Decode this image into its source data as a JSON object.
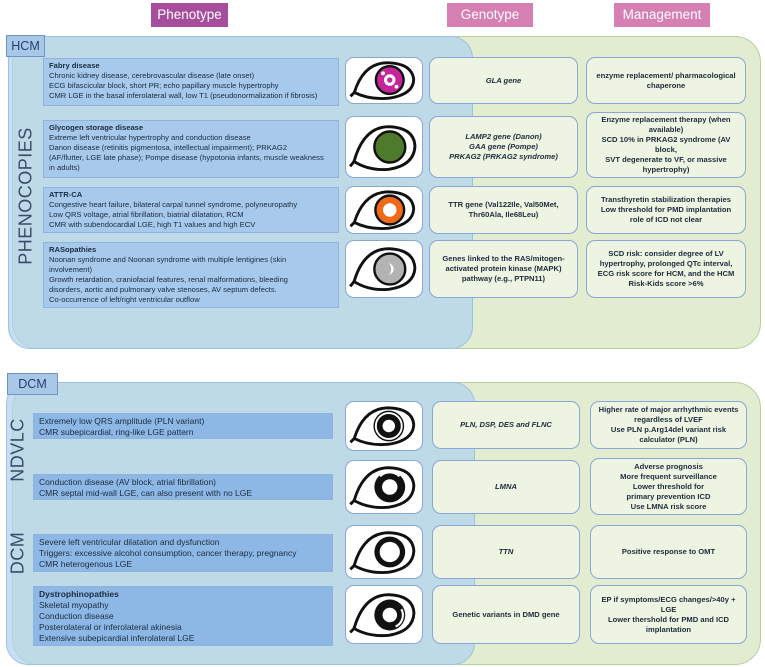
{
  "headers": {
    "phenotype": "Phenotype",
    "genotype": "Genotype",
    "management": "Management"
  },
  "colors": {
    "phenotype_header": "#a64d9c",
    "genotype_header": "#d57fb3",
    "management_header": "#d57fb3",
    "blue_panel": "#b2d2f0",
    "green_panel": "#e2ecd0",
    "fabry_iris": "#c6259a",
    "gsd_iris": "#4d7a2b",
    "attr_iris": "#f06a1a",
    "ras_iris": "#b3b3b3",
    "dcm_iris": "#111111"
  },
  "hcm": {
    "tag": "HCM",
    "side_label": "PHENOCOPIES",
    "rows": [
      {
        "icon": "eye-magenta-icon",
        "title": "Fabry disease",
        "lines": [
          "Chronic kidney disease, cerebrovascular disease (late onset)",
          "ECG bifascicular block, short PR; echo papillary muscle hypertrophy",
          "CMR LGE in the basal inferolateral wall, low T1 (pseudonormalization if fibrosis)"
        ],
        "genotype": [
          "GLA gene"
        ],
        "management": [
          "enzyme replacement/ pharmacological",
          "chaperone"
        ]
      },
      {
        "icon": "eye-green-icon",
        "title": "Glycogen storage disease",
        "lines": [
          "Extreme left ventricular hypertrophy and conduction disease",
          "Danon disease (retinitis pigmentosa, intellectual impairment); PRKAG2",
          "(AF/flutter, LGE late phase); Pompe disease (hypotonia infants, muscle weakness",
          "in adults)"
        ],
        "genotype": [
          "LAMP2 gene (Danon)",
          "GAA gene (Pompe)",
          "PRKAG2 (PRKAG2 syndrome)"
        ],
        "management": [
          "Enzyme replacement therapy (when",
          "available)",
          "SCD 10% in PRKAG2 syndrome (AV block,",
          "SVT degenerate to VF, or massive",
          "hypertrophy)"
        ]
      },
      {
        "icon": "eye-orange-icon",
        "title": "ATTR-CA",
        "lines": [
          "Congestive heart failure, bilateral carpal tunnel syndrome, polyneuropathy",
          "Low QRS voltage, atrial fibrillation, biatrial dilatation, RCM",
          "CMR with subendocardial LGE, high T1 values and high ECV"
        ],
        "genotype": [
          "TTR gene (Val122Ile, Val50Met,",
          "Thr60Ala, Ile68Leu)"
        ],
        "management": [
          "Transthyretin stabilization therapies",
          "Low threshold for PMD implantation",
          "role of ICD not clear"
        ]
      },
      {
        "icon": "eye-grey-icon",
        "title": "RASopathies",
        "lines": [
          "Noonan syndrome and Noonan syndrome with multiple lentigines (skin",
          "involvement)",
          "Growth retardation, craniofacial features, renal malformations, bleeding",
          "disorders, aortic and pulmonary valve stenoses, AV septum defects.",
          "Co-occurrence of left/right ventricular outflow"
        ],
        "genotype": [
          "Genes linked to the RAS/mitogen-",
          "activated protein kinase (MAPK)",
          "pathway (e.g., PTPN11)"
        ],
        "management": [
          "SCD risk: consider degree of LV",
          "hypertrophy, prolonged QTc interval,",
          "ECG risk score for HCM, and the HCM",
          "Risk-Kids score >6%"
        ]
      }
    ]
  },
  "dcm": {
    "tag": "DCM",
    "side_label_top": "NDVLC",
    "side_label_bottom": "DCM",
    "rows": [
      {
        "icon": "eye-ring-lge-icon",
        "title": "",
        "lines": [
          "Extremely low QRS amplitude (PLN variant)",
          "CMR subepicardial, ring-like LGE pattern"
        ],
        "genotype": [
          "PLN, DSP, DES and FLNC"
        ],
        "management": [
          "Higher rate of major arrhythmic events",
          "regardless of LVEF",
          "Use PLN p.Arg14del variant risk",
          "calculator (PLN)"
        ]
      },
      {
        "icon": "eye-septal-lge-icon",
        "title": "",
        "lines": [
          "Conduction disease (AV block, atrial fibrillation)",
          "CMR septal mid-wall LGE, can also present with no LGE"
        ],
        "genotype": [
          "LMNA"
        ],
        "management": [
          "Adverse prognosis",
          "More frequent surveillance",
          "Lower threshold for",
          "primary prevention ICD",
          "Use LMNA risk score"
        ]
      },
      {
        "icon": "eye-dilated-icon",
        "title": "",
        "lines": [
          "Severe left ventricular dilatation and dysfunction",
          "Triggers: excessive alcohol consumption, cancer therapy, pregnancy",
          "CMR heterogenous LGE"
        ],
        "genotype": [
          "TTN"
        ],
        "management": [
          "Positive response to OMT"
        ]
      },
      {
        "icon": "eye-inferolateral-lge-icon",
        "title": "Dystrophinopathies",
        "lines": [
          "Skeletal myopathy",
          "Conduction disease",
          "Posterolateral or inferolateral akinesia",
          "Extensive subepicardial inferolateral LGE"
        ],
        "genotype": [
          "Genetic variants in DMD gene"
        ],
        "management": [
          "EP if symptoms/ECG changes/>40y + LGE",
          "Lower thershold for PMD and ICD",
          "implantation"
        ]
      }
    ]
  }
}
